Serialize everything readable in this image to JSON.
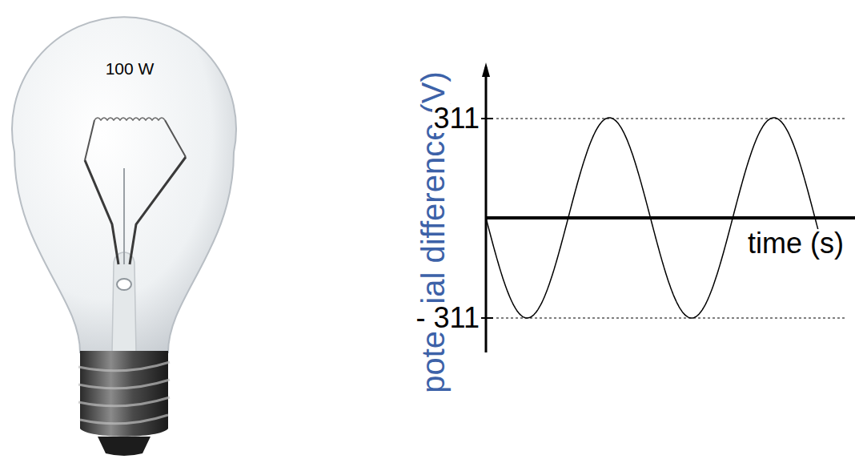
{
  "diagram": {
    "labels": [
      "100 W",
      "potential difference (V)",
      "311",
      "- 311",
      "time (s)"
    ]
  }
}
